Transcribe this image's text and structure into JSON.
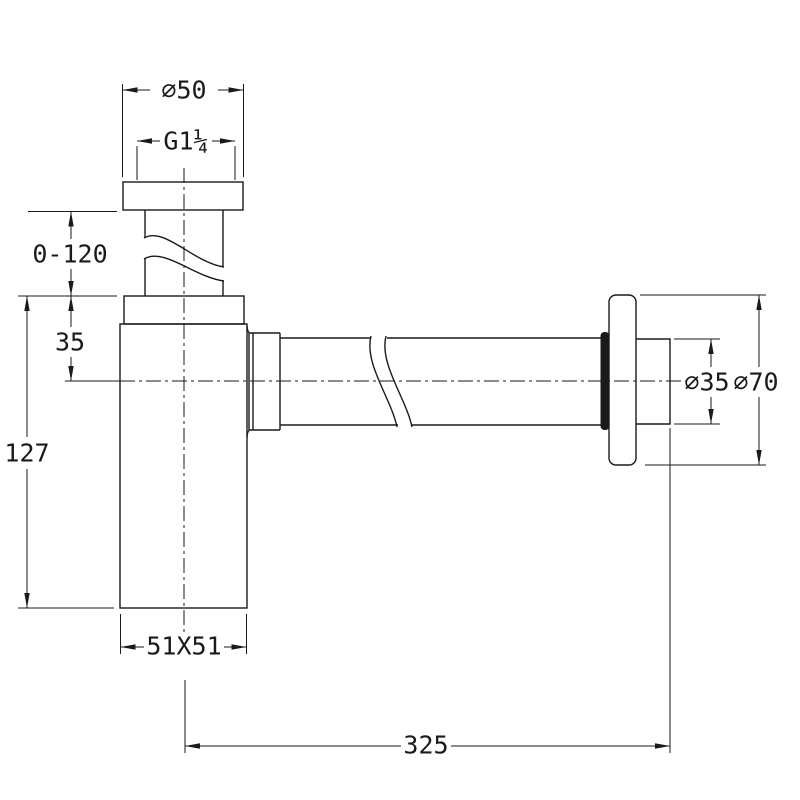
{
  "drawing": {
    "background_color": "#ffffff",
    "line_color": "#1a1a1a",
    "gasket_color": "#101010",
    "dimensions": {
      "top_flange_diameter": "⌀50",
      "thread_size": "G1¼",
      "tube_adjust_range": "0-120",
      "inlet_offset": "35",
      "body_height": "127",
      "body_footprint": "51X51",
      "outlet_pipe_diameter": "⌀35",
      "wall_flange_diameter": "⌀70",
      "outlet_length": "325"
    }
  }
}
